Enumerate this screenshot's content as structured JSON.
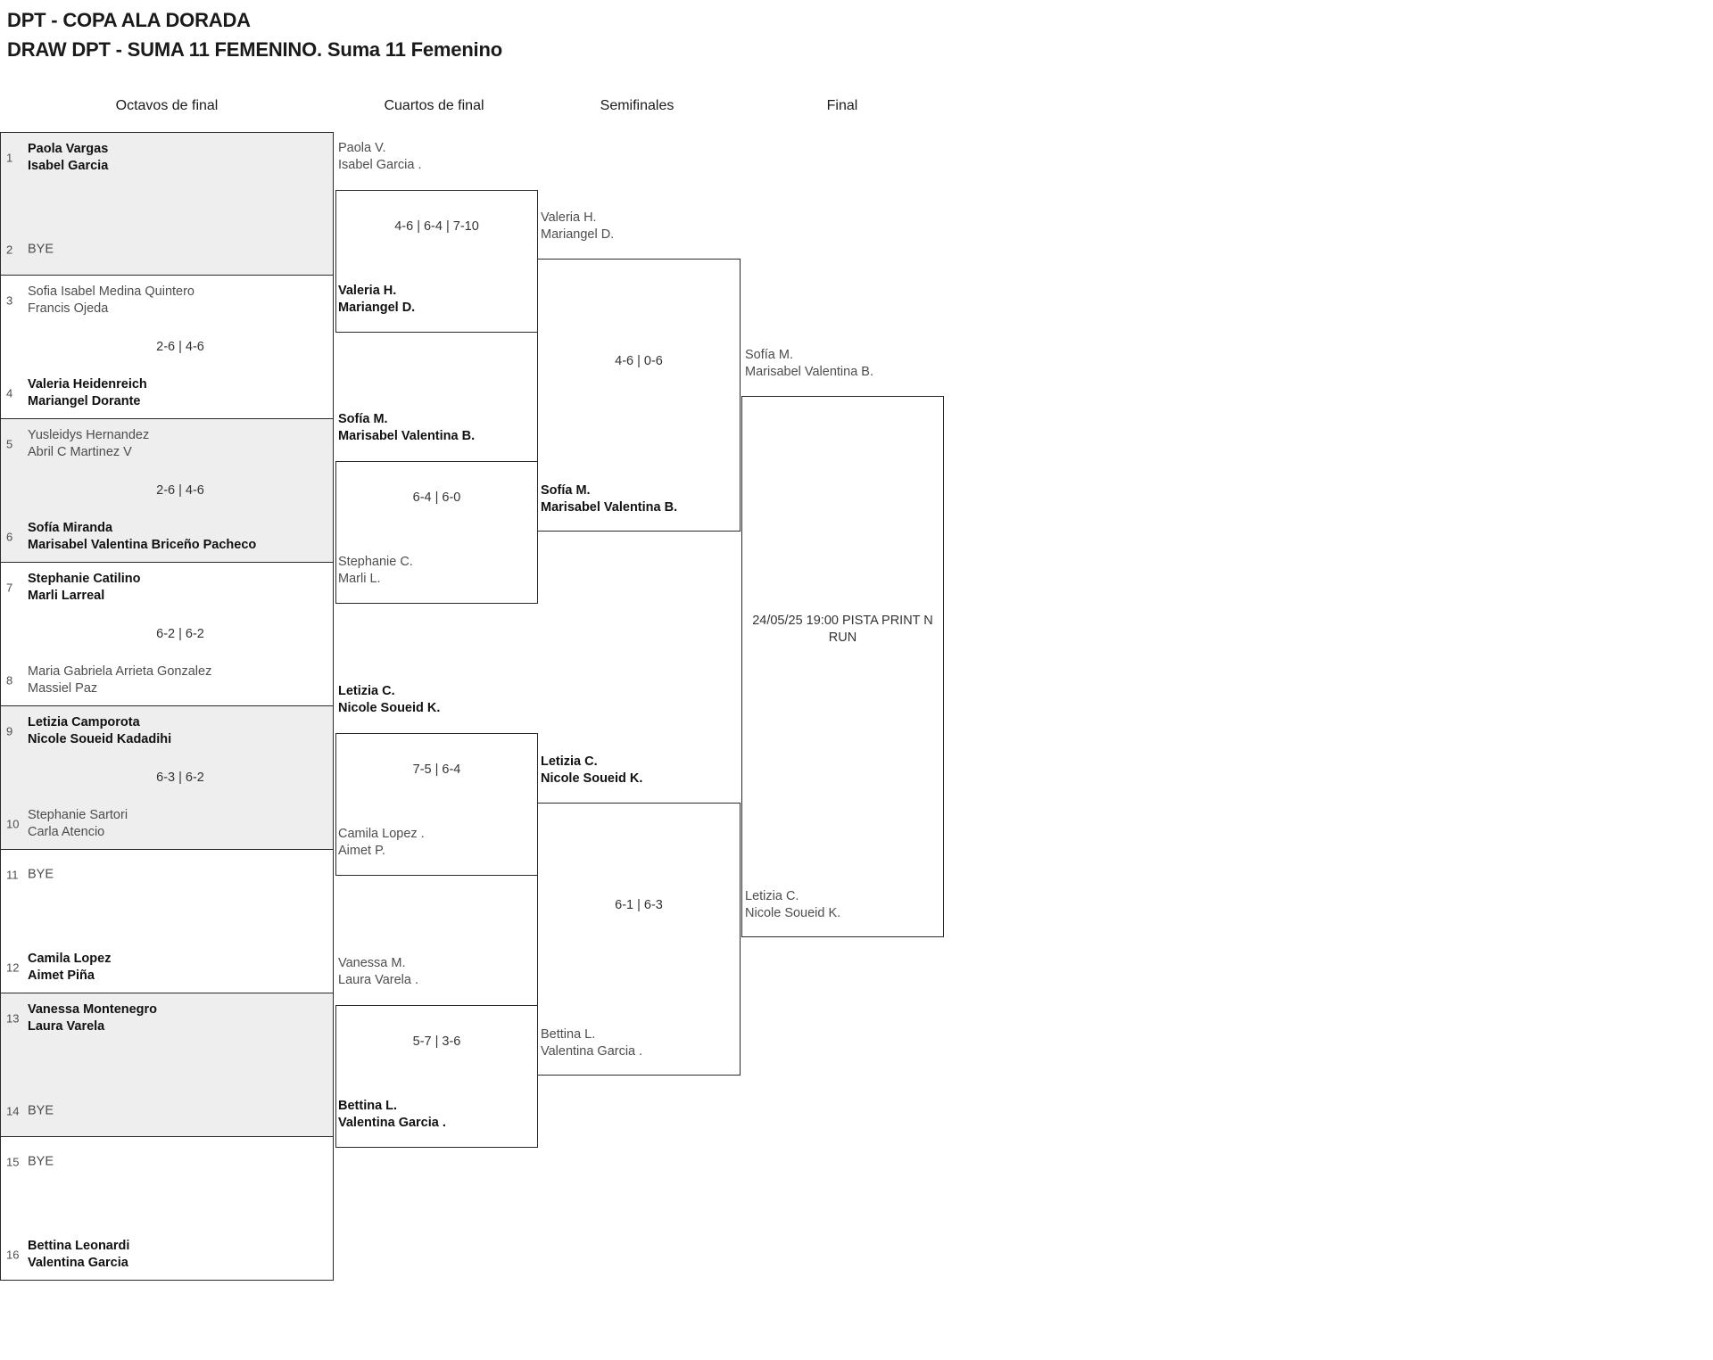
{
  "header": {
    "tournament": "DPT - COPA ALA DORADA",
    "draw": "DRAW DPT - SUMA 11 FEMENINO. Suma 11 Femenino"
  },
  "rounds": [
    {
      "key": "r16",
      "label": "Octavos de final"
    },
    {
      "key": "qf",
      "label": "Cuartos de final"
    },
    {
      "key": "sf",
      "label": "Semifinales"
    },
    {
      "key": "f",
      "label": "Final"
    }
  ],
  "round_of_16": {
    "matches": [
      {
        "shaded": true,
        "score": "",
        "top": {
          "seed": "1",
          "bye": false,
          "winner": true,
          "line1": "Paola Vargas",
          "line2": "Isabel Garcia"
        },
        "bottom": {
          "seed": "2",
          "bye": true,
          "winner": false,
          "line1": "BYE",
          "line2": ""
        }
      },
      {
        "shaded": false,
        "score": "2-6 | 4-6",
        "top": {
          "seed": "3",
          "bye": false,
          "winner": false,
          "line1": "Sofia Isabel Medina Quintero",
          "line2": "Francis Ojeda"
        },
        "bottom": {
          "seed": "4",
          "bye": false,
          "winner": true,
          "line1": "Valeria Heidenreich",
          "line2": "Mariangel Dorante"
        }
      },
      {
        "shaded": true,
        "score": "2-6 | 4-6",
        "top": {
          "seed": "5",
          "bye": false,
          "winner": false,
          "line1": "Yusleidys Hernandez",
          "line2": "Abril C Martinez V"
        },
        "bottom": {
          "seed": "6",
          "bye": false,
          "winner": true,
          "line1": "Sofía Miranda",
          "line2": "Marisabel Valentina Briceño Pacheco"
        }
      },
      {
        "shaded": false,
        "score": "6-2 | 6-2",
        "top": {
          "seed": "7",
          "bye": false,
          "winner": true,
          "line1": "Stephanie Catilino",
          "line2": "Marli Larreal"
        },
        "bottom": {
          "seed": "8",
          "bye": false,
          "winner": false,
          "line1": "Maria Gabriela Arrieta Gonzalez",
          "line2": "Massiel Paz"
        }
      },
      {
        "shaded": true,
        "score": "6-3 | 6-2",
        "top": {
          "seed": "9",
          "bye": false,
          "winner": true,
          "line1": "Letizia Camporota",
          "line2": "Nicole Soueid Kadadihi"
        },
        "bottom": {
          "seed": "10",
          "bye": false,
          "winner": false,
          "line1": "Stephanie Sartori",
          "line2": "Carla Atencio"
        }
      },
      {
        "shaded": false,
        "score": "",
        "top": {
          "seed": "11",
          "bye": true,
          "winner": false,
          "line1": "BYE",
          "line2": ""
        },
        "bottom": {
          "seed": "12",
          "bye": false,
          "winner": true,
          "line1": "Camila Lopez",
          "line2": "Aimet Piña"
        }
      },
      {
        "shaded": true,
        "score": "",
        "top": {
          "seed": "13",
          "bye": false,
          "winner": true,
          "line1": "Vanessa Montenegro",
          "line2": "Laura Varela"
        },
        "bottom": {
          "seed": "14",
          "bye": true,
          "winner": false,
          "line1": "BYE",
          "line2": ""
        }
      },
      {
        "shaded": false,
        "score": "",
        "top": {
          "seed": "15",
          "bye": true,
          "winner": false,
          "line1": "BYE",
          "line2": ""
        },
        "bottom": {
          "seed": "16",
          "bye": false,
          "winner": true,
          "line1": "Bettina Leonardi",
          "line2": "Valentina Garcia"
        }
      }
    ]
  },
  "quarterfinals": {
    "matches": [
      {
        "score": "4-6 | 6-4 | 7-10",
        "top": {
          "winner": false,
          "line1": "Paola V.",
          "line2": "Isabel Garcia ."
        },
        "bottom": {
          "winner": true,
          "line1": "Valeria H.",
          "line2": "Mariangel D."
        }
      },
      {
        "score": "6-4 | 6-0",
        "top": {
          "winner": true,
          "line1": "Sofía M.",
          "line2": "Marisabel Valentina B."
        },
        "bottom": {
          "winner": false,
          "line1": "Stephanie C.",
          "line2": "Marli L."
        }
      },
      {
        "score": "7-5 | 6-4",
        "top": {
          "winner": true,
          "line1": "Letizia C.",
          "line2": "Nicole Soueid K."
        },
        "bottom": {
          "winner": false,
          "line1": "Camila Lopez .",
          "line2": "Aimet P."
        }
      },
      {
        "score": "5-7 | 3-6",
        "top": {
          "winner": false,
          "line1": "Vanessa M.",
          "line2": "Laura Varela ."
        },
        "bottom": {
          "winner": true,
          "line1": "Bettina L.",
          "line2": "Valentina Garcia ."
        }
      }
    ]
  },
  "semifinals": {
    "matches": [
      {
        "score": "4-6 | 0-6",
        "top": {
          "winner": false,
          "line1": "Valeria H.",
          "line2": "Mariangel D."
        },
        "bottom": {
          "winner": true,
          "line1": "Sofía M.",
          "line2": "Marisabel Valentina B."
        }
      },
      {
        "score": "6-1 | 6-3",
        "top": {
          "winner": true,
          "line1": "Letizia C.",
          "line2": "Nicole Soueid K."
        },
        "bottom": {
          "winner": false,
          "line1": "Bettina L.",
          "line2": "Valentina Garcia ."
        }
      }
    ]
  },
  "final": {
    "venue": "24/05/25 19:00 PISTA PRINT N RUN",
    "matches": [
      {
        "top": {
          "winner": false,
          "line1": "Sofía M.",
          "line2": "Marisabel Valentina B."
        },
        "bottom": {
          "winner": false,
          "line1": "Letizia C.",
          "line2": "Nicole Soueid K."
        }
      }
    ]
  }
}
